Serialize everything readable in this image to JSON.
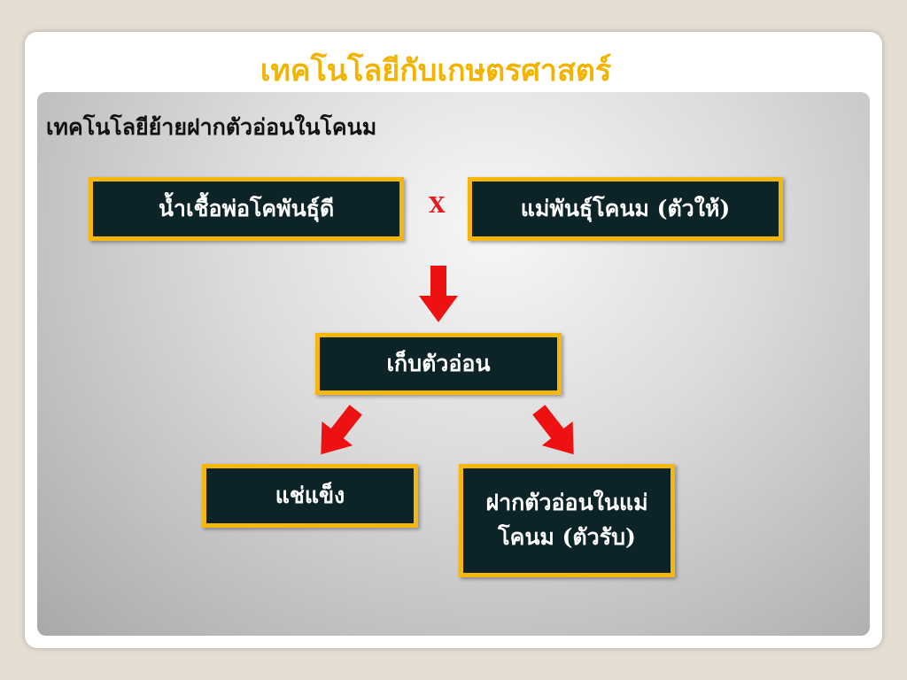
{
  "slide": {
    "title": "เทคโนโลยีกับเกษตรศาสตร์",
    "subtitle": "เทคโนโลยีย้ายฝากตัวอ่อนในโคนม"
  },
  "diagram": {
    "semen_box": "น้ำเชื้อพ่อโคพันธุ์ดี",
    "cross_symbol": "X",
    "dam_box": "แม่พันธุ์โคนม (ตัวให้)",
    "collect_box": "เก็บตัวอ่อน",
    "freeze_box": "แช่แข็ง",
    "transfer_box_line1": "ฝากตัวอ่อนในแม่",
    "transfer_box_line2": "โคนม (ตัวรับ)"
  },
  "colors": {
    "title": "#f2b400",
    "box_fill": "#0c2427",
    "box_border": "#f5b70a",
    "arrow": "#ee1111"
  }
}
